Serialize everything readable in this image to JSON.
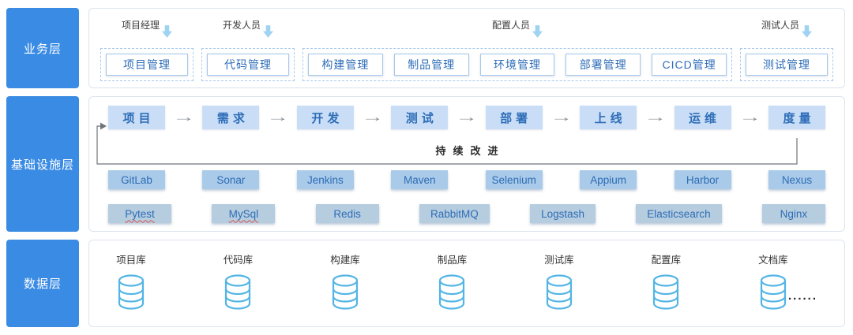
{
  "icons": {
    "arrow_right": "→",
    "down_arrow": "down-arrow",
    "database": "database-cylinder"
  },
  "colors": {
    "sidebar_blue": "#3A8BE4",
    "module_text_blue": "#2E6DB8",
    "flow_box_bg": "#C9DEF6",
    "tool_box_bg_row1": "#A9CAE8",
    "tool_box_bg_row2": "#B6CDDF",
    "down_arrow_blue": "#9FD3F2",
    "database_stroke": "#53B5E5"
  },
  "layers": {
    "business": {
      "label": "业务层",
      "groups": [
        {
          "role": "项目经理",
          "modules": [
            "项目管理"
          ]
        },
        {
          "role": "开发人员",
          "modules": [
            "代码管理"
          ]
        },
        {
          "role": "配置人员",
          "modules": [
            "构建管理",
            "制品管理",
            "环境管理",
            "部署管理",
            "CICD管理"
          ]
        },
        {
          "role": "测试人员",
          "modules": [
            "测试管理"
          ]
        }
      ]
    },
    "infrastructure": {
      "label": "基础设施层",
      "flow": [
        "项目",
        "需求",
        "开发",
        "测试",
        "部署",
        "上线",
        "运维",
        "度量"
      ],
      "loop_label": "持续改进",
      "tools_row1": [
        "GitLab",
        "Sonar",
        "Jenkins",
        "Maven",
        "Selenium",
        "Appium",
        "Harbor",
        "Nexus"
      ],
      "tools_row2": [
        "Pytest",
        "MySql",
        "Redis",
        "RabbitMQ",
        "Logstash",
        "Elasticsearch",
        "Nginx"
      ]
    },
    "data": {
      "label": "数据层",
      "databases": [
        "项目库",
        "代码库",
        "构建库",
        "制品库",
        "测试库",
        "配置库",
        "文档库"
      ],
      "ellipsis": "......"
    }
  }
}
